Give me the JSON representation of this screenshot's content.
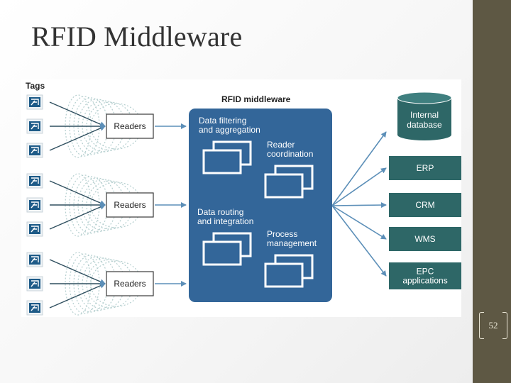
{
  "slide": {
    "title": "RFID Middleware",
    "page_number": "52"
  },
  "diagram": {
    "tags_label": "Tags",
    "readers_label": "Readers",
    "middleware_title": "RFID middleware",
    "functions": [
      [
        "Data filtering",
        "and aggregation"
      ],
      [
        "Reader",
        "coordination"
      ],
      [
        "Data routing",
        "and integration"
      ],
      [
        "Process",
        "management"
      ]
    ],
    "database": [
      "Internal",
      "database"
    ],
    "systems": [
      [
        "ERP"
      ],
      [
        "CRM"
      ],
      [
        "WMS"
      ],
      [
        "EPC",
        "applications"
      ]
    ],
    "colors": {
      "primary_blue": "#336699",
      "system_teal": "#2e6767",
      "arrow": "#5c8fb8",
      "tag_blue": "#1e5b88",
      "wave_green": "#b5cfcf",
      "sidebar": "#5e5844"
    }
  }
}
